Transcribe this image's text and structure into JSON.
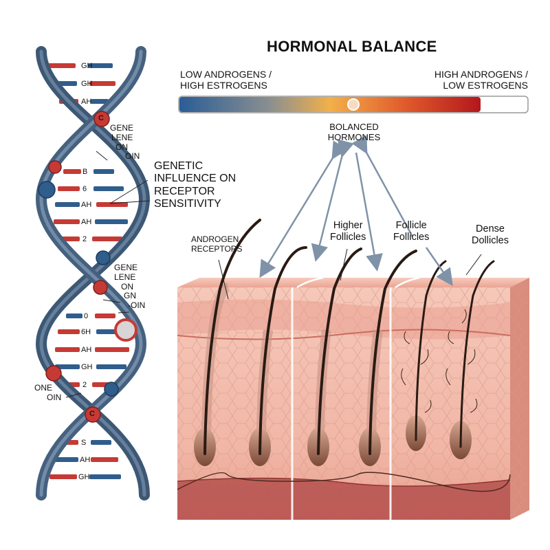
{
  "title": "HORMONAL BALANCE",
  "scale": {
    "left_line1": "LOW ANDROGENS /",
    "left_line2": "HIGH ESTROGENS",
    "right_line1": "HIGH ANDROGENS /",
    "right_line2": "LOW ESTROGENS",
    "center_line1": "BOLANCED",
    "center_line2": "HORMONES",
    "marker_position": 0.5
  },
  "dna": {
    "base_labels": [
      "GH",
      "GH",
      "AH",
      "B",
      "6",
      "AH",
      "AH",
      "2",
      "0",
      "6H",
      "AH",
      "GH",
      "2",
      "S",
      "AH",
      "GH"
    ],
    "node_labels": [
      "C",
      "C"
    ],
    "callout_1": [
      "GENE",
      "LENE",
      "ON",
      "OIN"
    ],
    "callout_2": [
      "GENE",
      "LENE",
      "ON",
      "GN",
      "-OIN"
    ],
    "callout_3": [
      "ONE",
      "OIN"
    ],
    "genetic_label": [
      "GENETIC",
      "INFLUENCE ON",
      "RECEPTOR",
      "SENSITIVITY"
    ]
  },
  "follicles": {
    "androgen_receptors": [
      "ANDROGEN",
      "RECEPTORS"
    ],
    "higher": [
      "Higher",
      "Follicles"
    ],
    "follicle": [
      "Follicle",
      "Follicles"
    ],
    "dense": [
      "Dense",
      "Dollicles"
    ]
  },
  "colors": {
    "dna_strand": "#4a6585",
    "base_red": "#c63a35",
    "base_blue": "#2f5d8c",
    "skin": "#f0b7a8",
    "dermis_dark": "#b5504e",
    "scale_low": "#2a5d96",
    "scale_mid": "#f2b04a",
    "scale_high": "#b3171c"
  }
}
